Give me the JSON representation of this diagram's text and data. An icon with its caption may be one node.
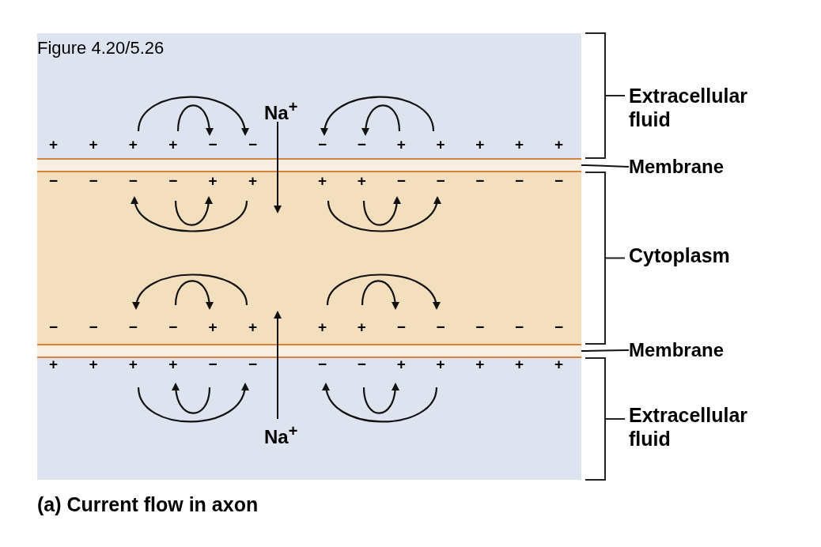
{
  "diagram": {
    "caption": "(a) Current flow in axon",
    "nodes": [
      {
        "text": [],
        "shape": "box"
      },
      {
        "text": [],
        "shape": "bar"
      },
      {
        "text": [],
        "shape": "box"
      },
      {
        "text": [],
        "shape": "bar"
      },
      {
        "text": [],
        "shape": "box"
      },
      {
        "text": [
          "Na$^{+}$"
        ],
        "in": 0
      },
      {
        "text": [
          "Na$^{+}$"
        ],
        "in": 4
      },
      {
        "text": [
          "Membrane"
        ]
      },
      {
        "text": [
          "Membrane"
        ]
      }
    ],
    "edges": [
      {
        "from": 5,
        "to": 2,
        "arrow": "to"
      },
      {
        "from": 6,
        "to": 2,
        "arrow": "to"
      },
      {
        "from": 7,
        "to": 1,
        "arrow": "none"
      },
      {
        "from": 8,
        "to": 3,
        "arrow": "none"
      }
    ],
    "labels": [
      "Figure 4.20/5.26",
      "+ + + + − −",
      "− − + + + + +",
      "− − − − + +",
      "+ + − − − − −",
      "− − − − + +",
      "+ + − − − − −",
      "+ + + + − −",
      "− − + + + + +",
      "Extracellular fluid",
      "Cytoplasm",
      "Extracellular fluid"
    ]
  }
}
